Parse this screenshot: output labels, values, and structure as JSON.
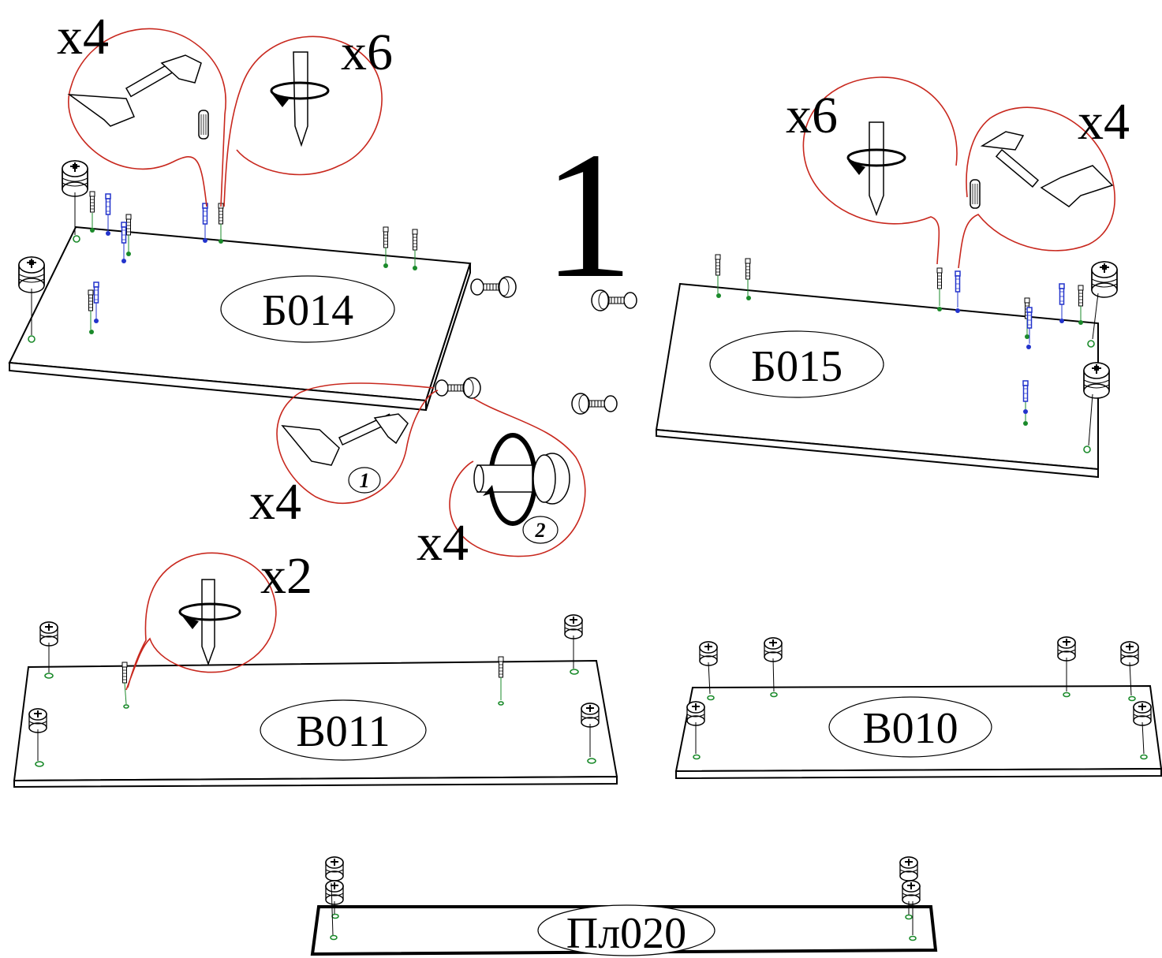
{
  "step_number": "1",
  "parts": {
    "b014": "Б014",
    "b015": "Б015",
    "v011": "В011",
    "v010": "В010",
    "pl020": "Пл020"
  },
  "callouts": {
    "b014_hammer_qty": "x4",
    "b014_screwdriver_qty": "x6",
    "b015_screwdriver_qty": "x6",
    "b015_hammer_qty": "x4",
    "eccentric_hammer_qty": "x4",
    "eccentric_turn_qty": "x4",
    "v011_screwdriver_qty": "x2",
    "order_first": "1",
    "order_second": "2"
  },
  "colors": {
    "callout_line": "#c8281e",
    "green_mark": "#1a8a2a",
    "blue_mark": "#2233cc"
  },
  "icons": [
    "hammer-icon",
    "screwdriver-icon",
    "dowel-icon",
    "confirmat-screw-icon",
    "cam-lock-icon",
    "eccentric-bolt-icon"
  ]
}
